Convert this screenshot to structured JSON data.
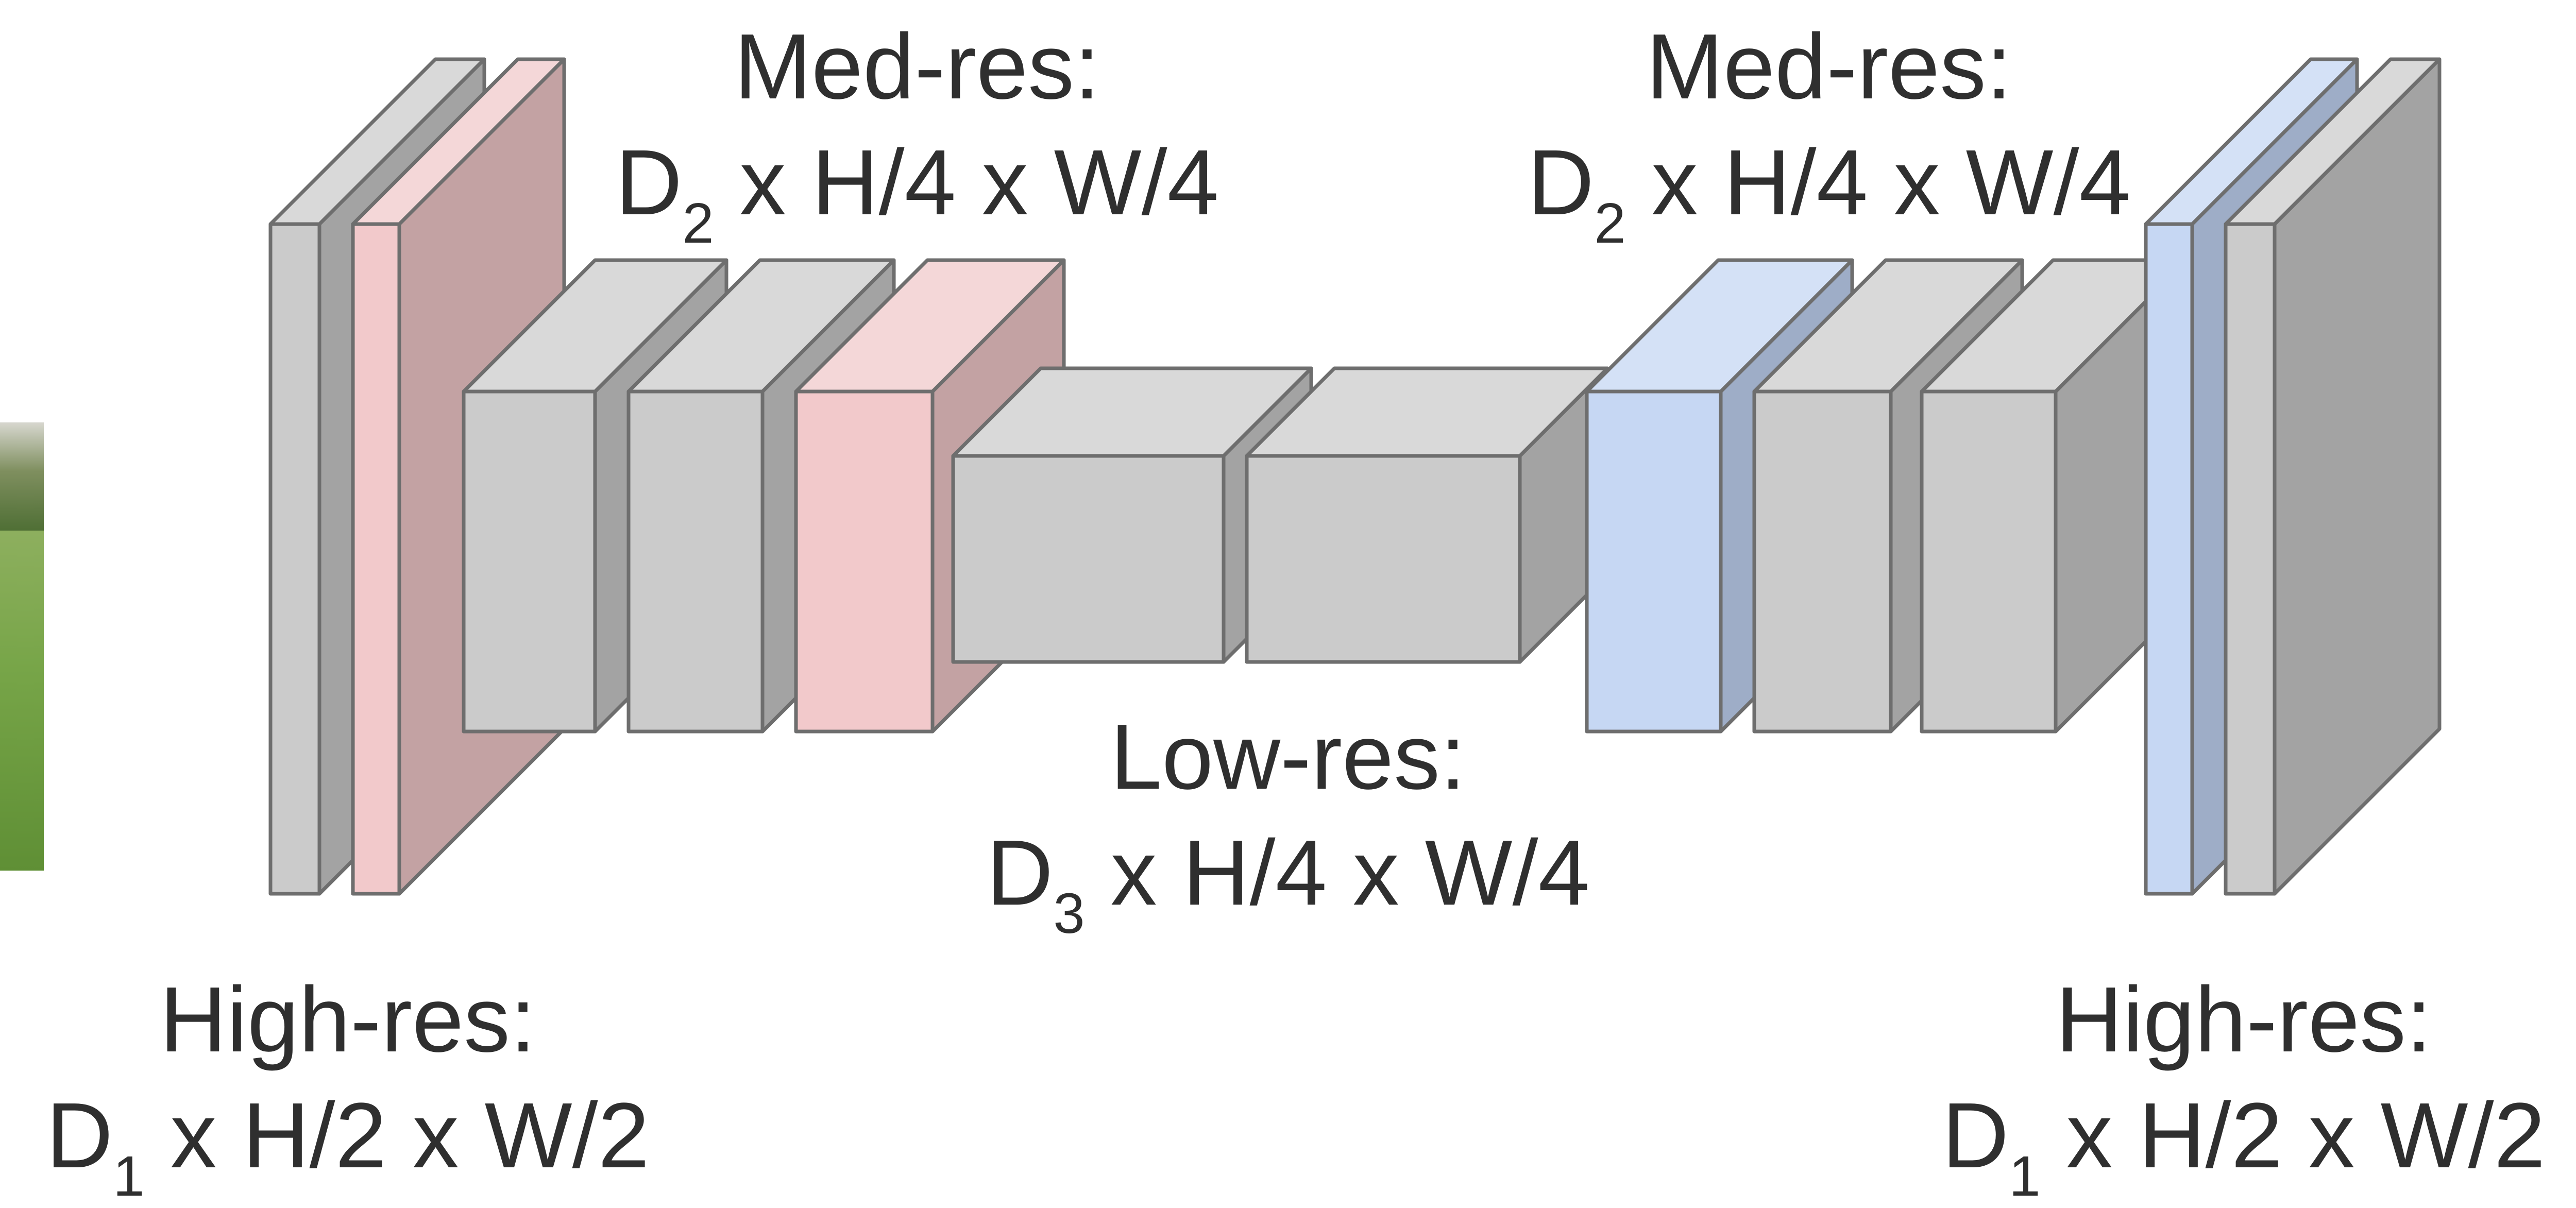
{
  "labels": {
    "med_res_left": {
      "title": "Med-res:",
      "dim_prefix": "D",
      "dim_sub": "2",
      "dim_rest": " x H/4 x W/4"
    },
    "med_res_right": {
      "title": "Med-res:",
      "dim_prefix": "D",
      "dim_sub": "2",
      "dim_rest": " x H/4 x W/4"
    },
    "low_res": {
      "title": "Low-res:",
      "dim_prefix": "D",
      "dim_sub": "3",
      "dim_rest": " x H/4 x W/4"
    },
    "high_res_left": {
      "title": "High-res:",
      "dim_prefix": "D",
      "dim_sub": "1",
      "dim_rest": " x H/2 x W/2"
    },
    "high_res_right": {
      "title": "High-res:",
      "dim_prefix": "D",
      "dim_sub": "1",
      "dim_rest": " x H/2 x W/2"
    }
  },
  "colors": {
    "gray_front": "#cbcbcb",
    "gray_top": "#d9d9d9",
    "gray_side": "#a3a3a3",
    "pink_front": "#f2c9cb",
    "pink_top": "#f4d7d8",
    "pink_side": "#c3a2a3",
    "blue_front": "#c6d7f3",
    "blue_top": "#d4e1f6",
    "blue_side": "#9eadc7",
    "edge": "#6e6e6e",
    "text": "#2f2f2f"
  },
  "blocks": [
    {
      "name": "block-input-gray",
      "color": "gray"
    },
    {
      "name": "block-input-pink",
      "color": "pink"
    },
    {
      "name": "block-enc-1",
      "color": "gray"
    },
    {
      "name": "block-enc-2",
      "color": "gray"
    },
    {
      "name": "block-enc-pink",
      "color": "pink"
    },
    {
      "name": "block-bottleneck-1",
      "color": "gray"
    },
    {
      "name": "block-bottleneck-2",
      "color": "gray"
    },
    {
      "name": "block-dec-blue",
      "color": "blue"
    },
    {
      "name": "block-dec-1",
      "color": "gray"
    },
    {
      "name": "block-dec-2",
      "color": "gray"
    },
    {
      "name": "block-output-blue",
      "color": "blue"
    },
    {
      "name": "block-output-gray",
      "color": "gray"
    }
  ]
}
